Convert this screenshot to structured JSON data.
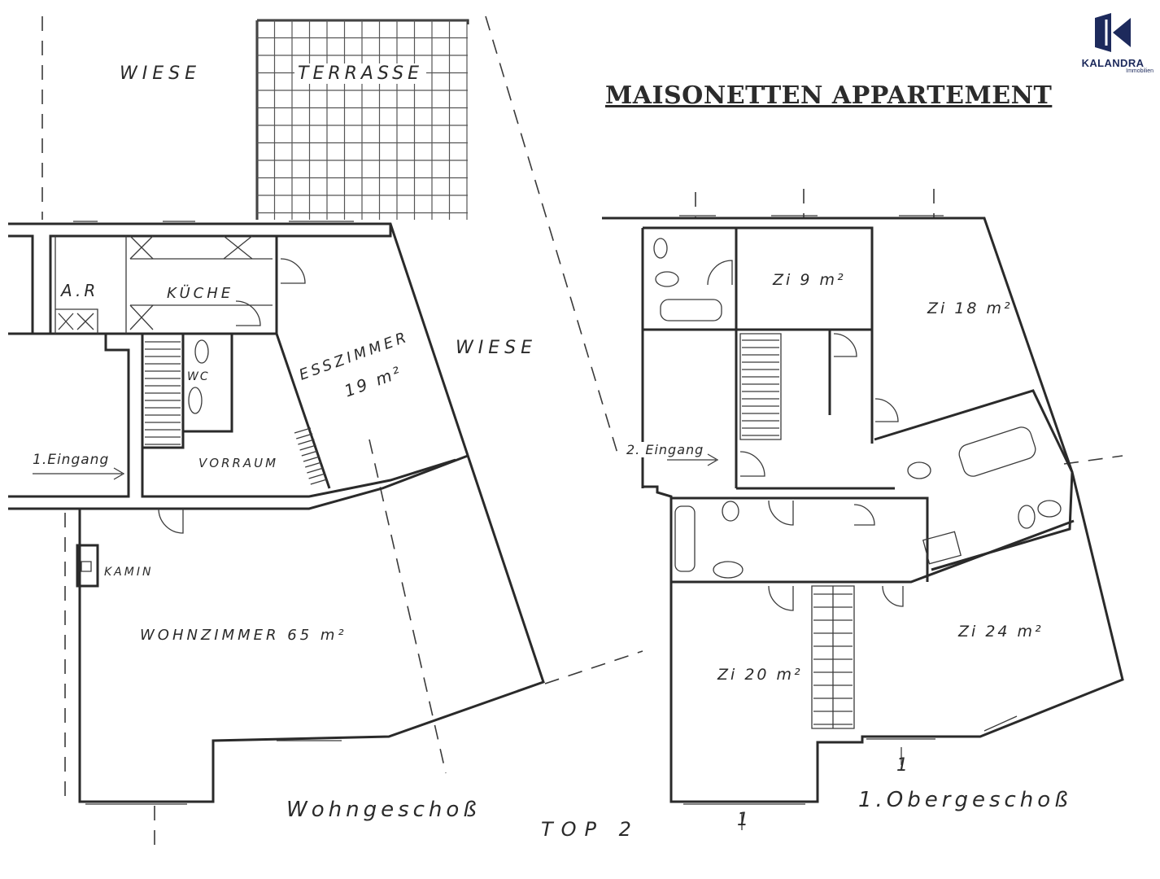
{
  "title": "MAISONETTEN APPARTEMENT",
  "logo": {
    "name": "KALANDRA",
    "sub": "Immobilien",
    "brand_color": "#1d2a5c"
  },
  "ground_floor": {
    "floor_name": "Wohngeschoß",
    "rooms": {
      "wiese_top": "WIESE",
      "terrasse": "TERRASSE",
      "ar": "A.R",
      "kueche": "KÜCHE",
      "wc": "WC",
      "esszimmer_name": "ESSZIMMER",
      "esszimmer_area": "19 m²",
      "wiese_right": "WIESE",
      "eingang": "1.Eingang",
      "vorraum": "VORRAUM",
      "kamin": "KAMIN",
      "wohnzimmer": "WOHNZIMMER 65 m²"
    }
  },
  "upper_floor": {
    "floor_name": "1.Obergeschoß",
    "rooms": {
      "zi9": "Zi 9 m²",
      "zi18": "Zi 18 m²",
      "eingang": "2. Eingang",
      "zi20": "Zi 20 m²",
      "zi24": "Zi 24 m²"
    },
    "section_marks": [
      "1",
      "1"
    ]
  },
  "top_label": "TOP 2"
}
